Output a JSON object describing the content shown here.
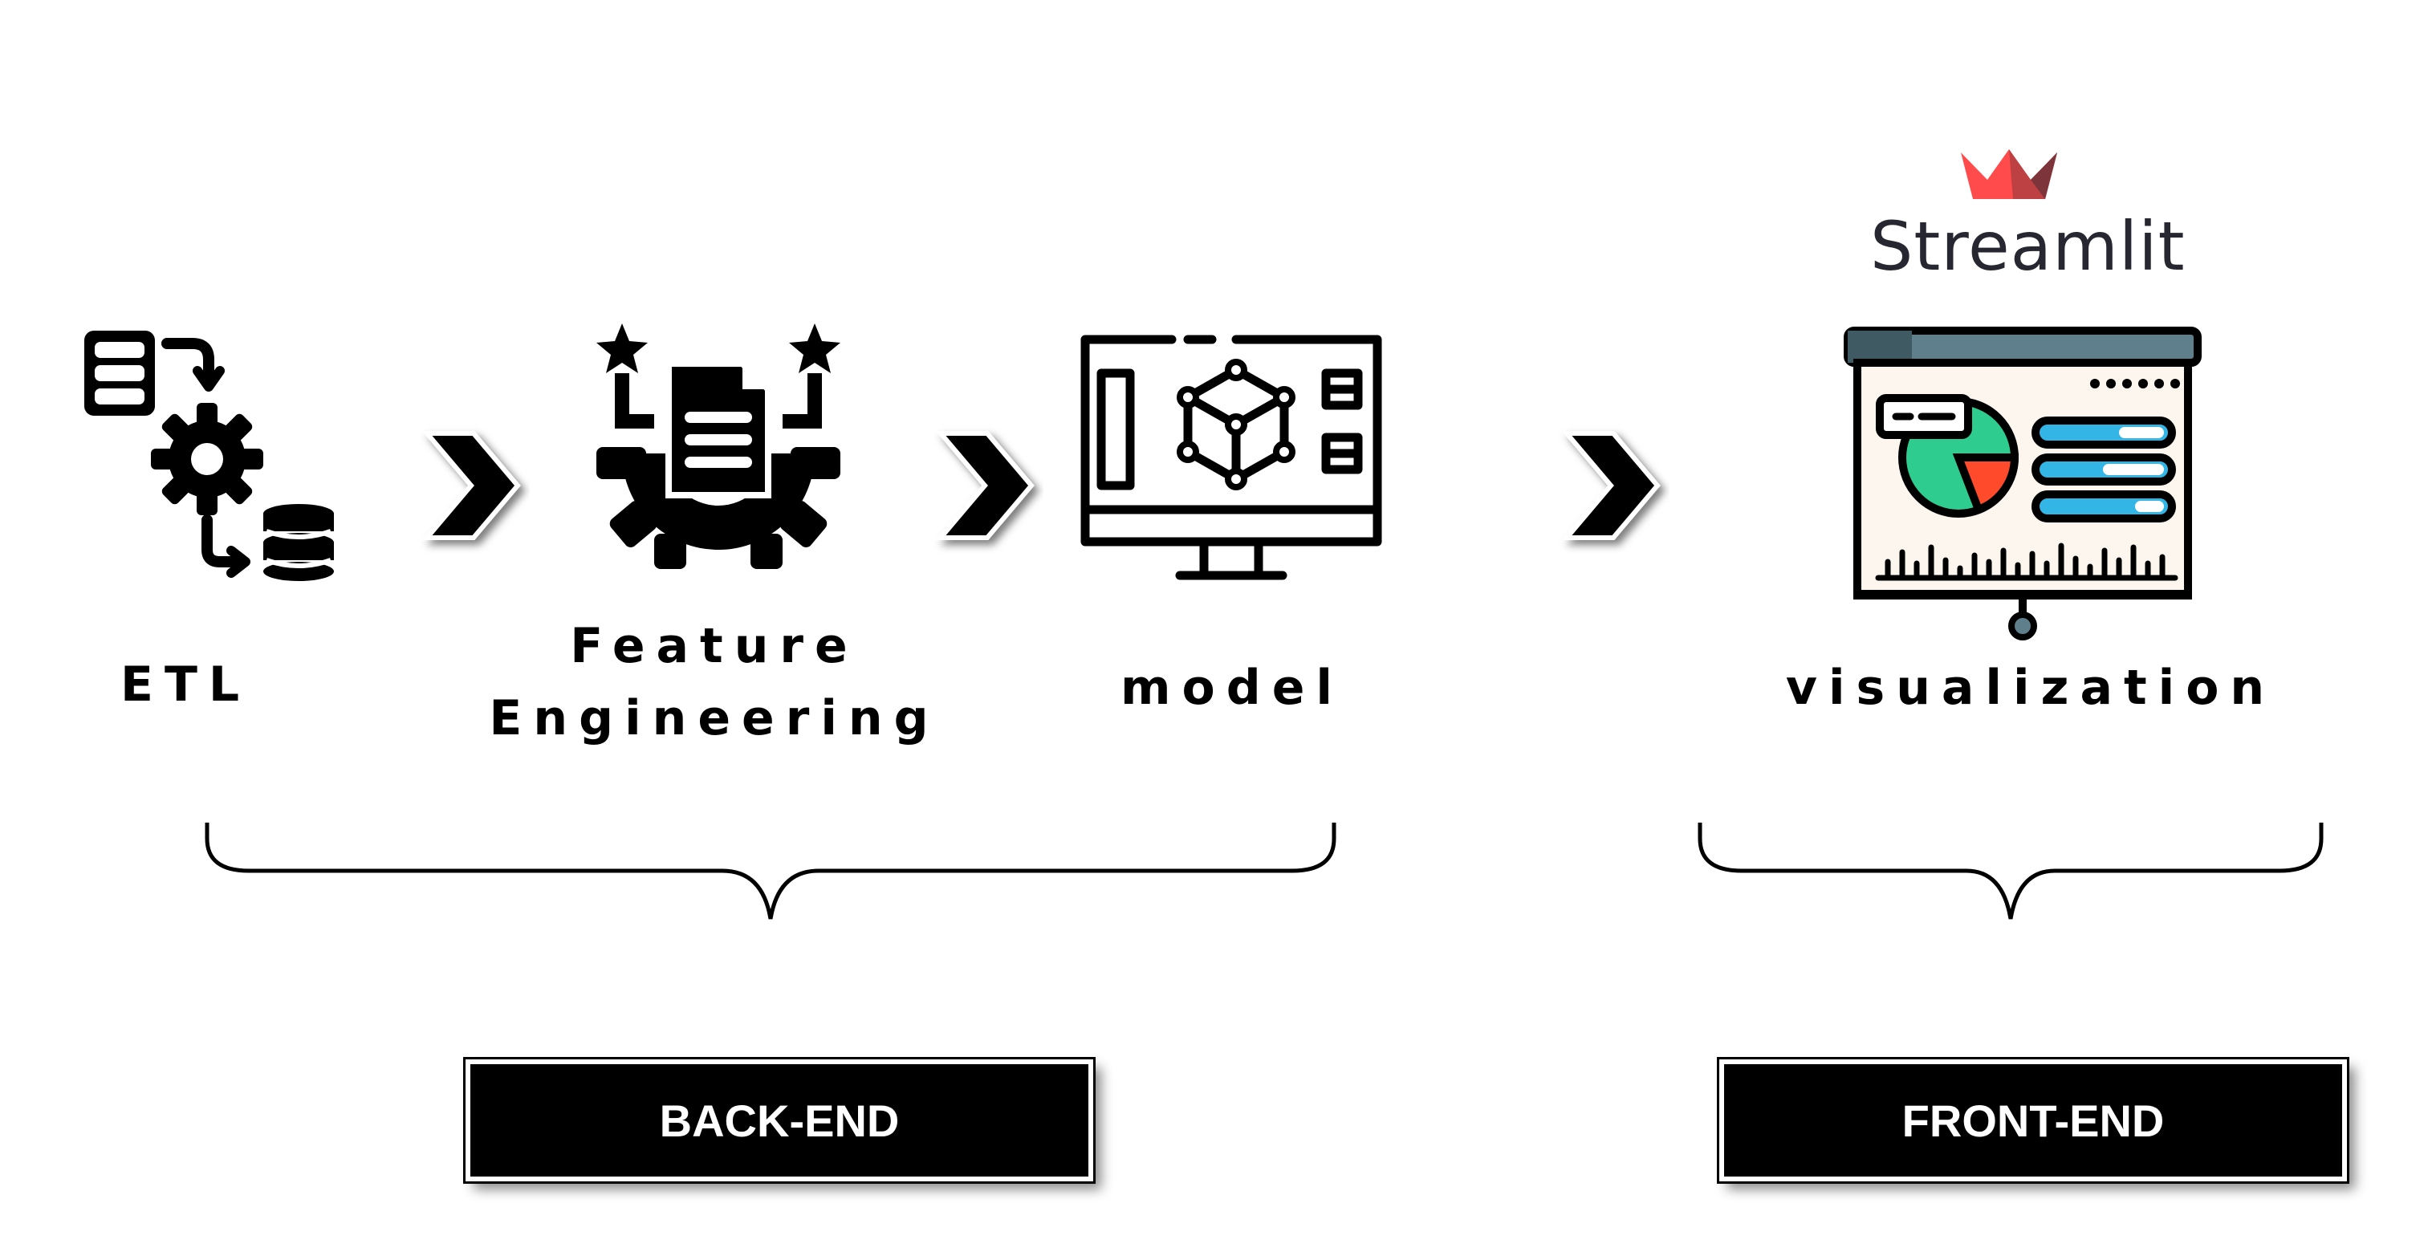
{
  "pipeline": {
    "steps": [
      {
        "label": "ETL",
        "icon": "etl-gear-database-icon"
      },
      {
        "label_line1": "Feature",
        "label_line2": "Engineering",
        "icon": "feature-engineering-gear-document-icon"
      },
      {
        "label": "model",
        "icon": "model-monitor-cube-icon"
      },
      {
        "label": "visualization",
        "icon": "presentation-board-chart-icon"
      }
    ],
    "arrow_icon": "chevron-right-icon"
  },
  "brand": {
    "name": "Streamlit",
    "logo": "streamlit-crown-logo"
  },
  "groups": {
    "backend": {
      "label": "BACK-END"
    },
    "frontend": {
      "label": "FRONT-END"
    }
  },
  "colors": {
    "streamlit_red": "#FF4B4B",
    "streamlit_dark_red": "#7D353B",
    "accent_green": "#2ECC8F",
    "accent_blue": "#33B5E5",
    "board_bg": "#FDF6EE"
  }
}
